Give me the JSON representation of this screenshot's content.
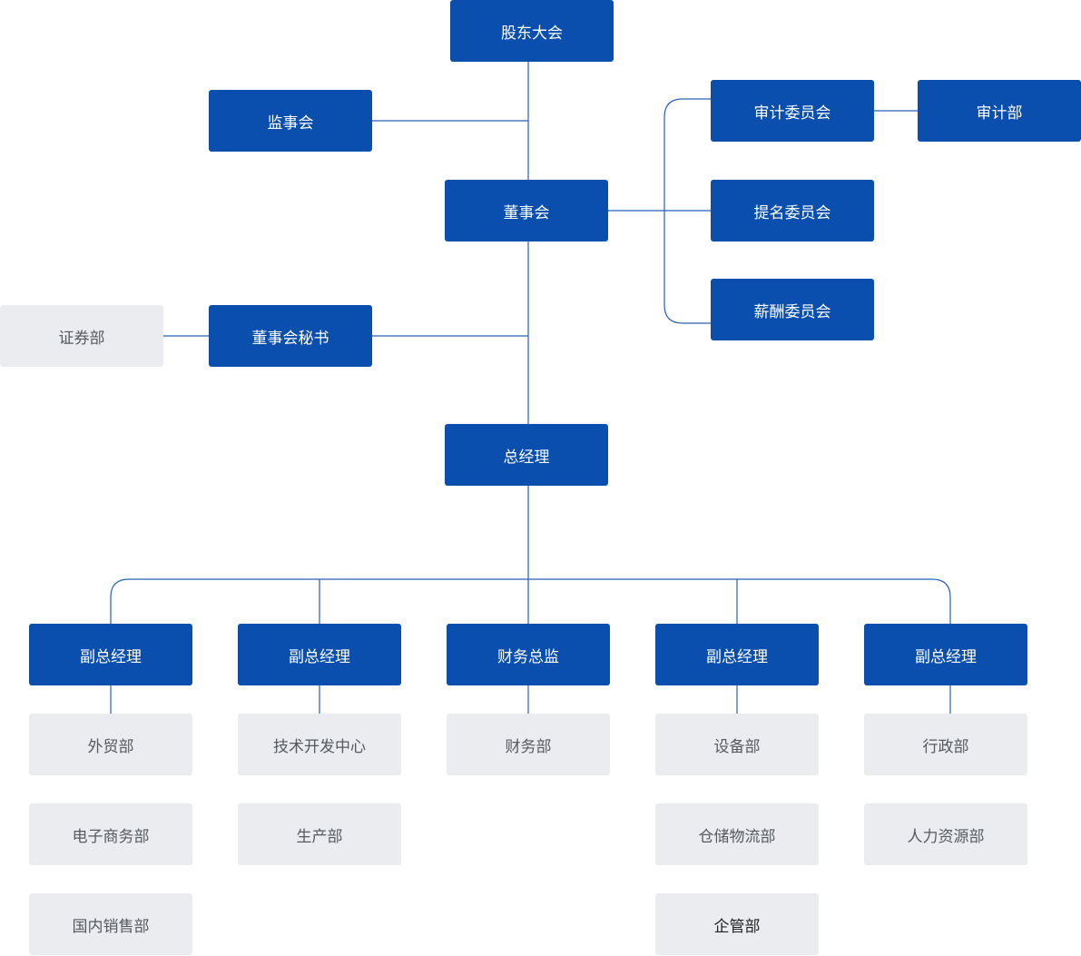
{
  "nodes": {
    "shareholders_meeting": "股东大会",
    "supervisory_board": "监事会",
    "board_of_directors": "董事会",
    "audit_committee": "审计委员会",
    "audit_department": "审计部",
    "nomination_committee": "提名委员会",
    "compensation_committee": "薪酬委员会",
    "securities_department": "证券部",
    "board_secretary": "董事会秘书",
    "general_manager": "总经理",
    "vgm_1": "副总经理",
    "vgm_2": "副总经理",
    "cfo": "财务总监",
    "vgm_3": "副总经理",
    "vgm_4": "副总经理",
    "foreign_trade_dept": "外贸部",
    "ecommerce_dept": "电子商务部",
    "domestic_sales_dept": "国内销售部",
    "tech_dev_center": "技术开发中心",
    "production_dept": "生产部",
    "finance_dept": "财务部",
    "equipment_dept": "设备部",
    "warehouse_logistics_dept": "仓储物流部",
    "enterprise_mgmt_dept": "企管部",
    "administration_dept": "行政部",
    "hr_dept": "人力资源部"
  },
  "colors": {
    "primary": "#0a4fad",
    "secondary_bg": "#ebecef",
    "secondary_text": "#555a60",
    "line": "#2a5fb8"
  }
}
